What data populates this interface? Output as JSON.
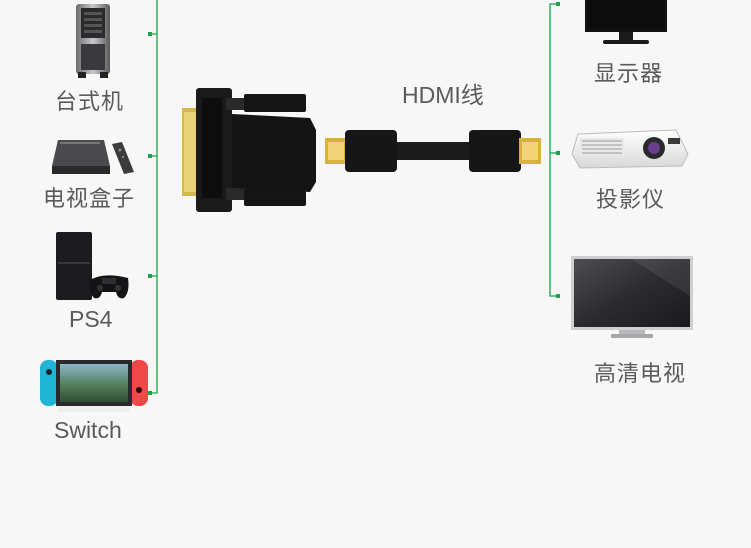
{
  "sources": [
    {
      "label": "台式机",
      "icon": "desktop-tower-icon"
    },
    {
      "label": "电视盒子",
      "icon": "tv-box-icon"
    },
    {
      "label": "PS4",
      "icon": "ps4-console-icon"
    },
    {
      "label": "Switch",
      "icon": "nintendo-switch-icon"
    }
  ],
  "cable": {
    "label": "HDMI线",
    "icon": "hdmi-cable-icon"
  },
  "adapter": {
    "icon": "dvi-to-hdmi-adapter-icon"
  },
  "displays": [
    {
      "label": "显示器",
      "icon": "monitor-icon"
    },
    {
      "label": "投影仪",
      "icon": "projector-icon"
    },
    {
      "label": "高清电视",
      "icon": "hdtv-icon"
    }
  ],
  "colors": {
    "connector_line": "#1aa34a",
    "background": "#f7f7f7",
    "text": "#5a5a5a"
  }
}
